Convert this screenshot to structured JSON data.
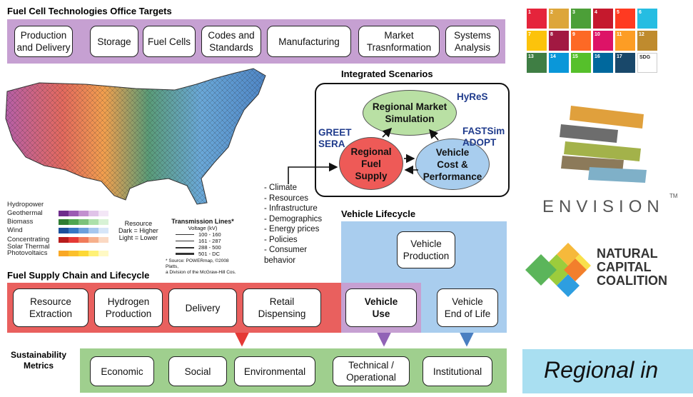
{
  "targets": {
    "title": "Fuel Cell Technologies Office Targets",
    "items": [
      "Production\nand Delivery",
      "Storage",
      "Fuel Cells",
      "Codes and\nStandards",
      "Manufacturing",
      "Market\nTrasnformation",
      "Systems\nAnalysis"
    ]
  },
  "map_legend": {
    "rows": [
      "Hydropower",
      "Geothermal",
      "Biomass",
      "Wind",
      "Concentrating\nSolar Thermal",
      "Photovoltaics"
    ],
    "resource_note": "Resource\nDark = Higher\nLight = Lower",
    "transmission_title": "Transmission Lines*",
    "voltage_label": "Voltage (kV)",
    "voltages": [
      "100 - 160",
      "161 - 287",
      "288 - 500",
      "501 - DC"
    ],
    "source_note": "* Source: POWERmap, ©2008 Platts,\na Division of the McGraw-Hill Cos."
  },
  "scenarios": {
    "title": "Integrated Scenarios",
    "market_sim": "Regional Market\nSimulation",
    "fuel_supply": "Regional\nFuel\nSupply",
    "vehicle_cost": "Vehicle\nCost &\nPerformance",
    "tag_hyres": "HyReS",
    "tag_greet": "GREET\nSERA",
    "tag_fastsim": "FASTSim\nADOPT"
  },
  "drivers": [
    "- Climate",
    "- Resources",
    "- Infrastructure",
    "- Demographics",
    "- Energy prices",
    "- Policies",
    "- Consumer\n  behavior"
  ],
  "lifecycle": {
    "title": "Vehicle Lifecycle",
    "production": "Vehicle\nProduction",
    "use": "Vehicle\nUse",
    "end_of_life": "Vehicle\nEnd of Life"
  },
  "supply_chain": {
    "title": "Fuel Supply Chain and Lifecycle",
    "steps": [
      "Resource\nExtraction",
      "Hydrogen\nProduction",
      "Delivery",
      "Retail\nDispensing"
    ]
  },
  "sustainability": {
    "title": "Sustainability\nMetrics",
    "items": [
      "Economic",
      "Social",
      "Environmental",
      "Technical /\nOperational",
      "Institutional"
    ]
  },
  "sdg_logo": {
    "labels": [
      "1",
      "2",
      "3",
      "4",
      "5",
      "6",
      "7",
      "8",
      "9",
      "10",
      "11",
      "12",
      "13",
      "14",
      "15",
      "16",
      "17",
      "SDG"
    ],
    "colors": [
      "#e5243b",
      "#dda63a",
      "#4c9f38",
      "#c5192d",
      "#ff3a21",
      "#26bde2",
      "#fcc30b",
      "#a21942",
      "#fd6925",
      "#dd1367",
      "#fd9d24",
      "#bf8b2e",
      "#3f7e44",
      "#0a97d9",
      "#56c02b",
      "#00689d",
      "#19486a",
      "#ffffff"
    ]
  },
  "envision": {
    "wordmark": "ENVISION",
    "tm": "TM"
  },
  "ncc": {
    "name": "NATURAL\nCAPITAL\nCOALITION"
  },
  "banner": {
    "text": "Regional in"
  },
  "colors": {
    "purple": "#c6a0d2",
    "red": "#e9605e",
    "blue": "#a9cdee",
    "green": "#9fcf8e",
    "ellipse_green": "#b9e0a4",
    "ellipse_red": "#ee5a57",
    "ellipse_blue": "#a8cdee",
    "banner": "#a9dff1"
  }
}
